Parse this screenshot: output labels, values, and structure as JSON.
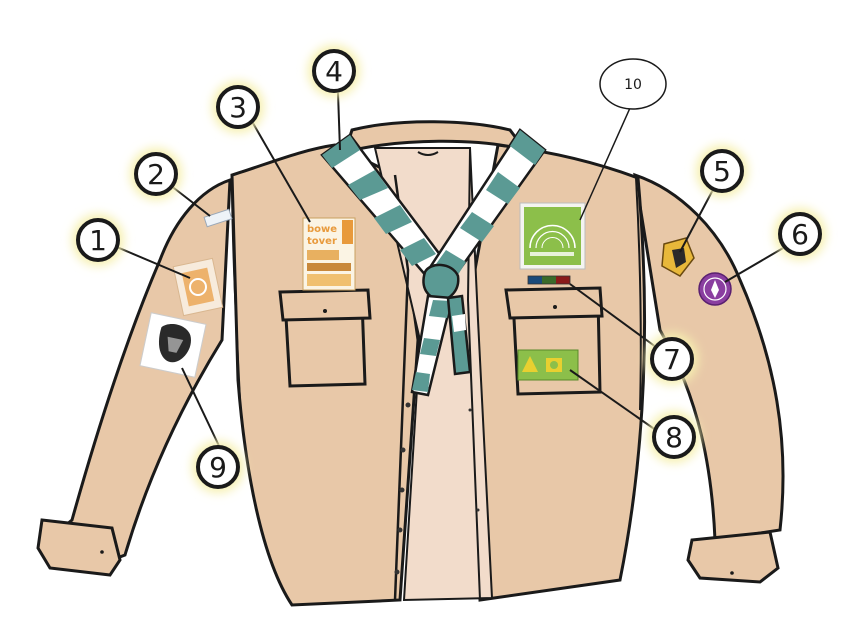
{
  "colors": {
    "shirt": "#e8c8a8",
    "shirt_inner": "#f2dccb",
    "outline": "#1a1a1a",
    "scarf_teal": "#5b9a94",
    "scarf_white": "#ffffff",
    "marker_glow": "#f6f0b0",
    "badge_green": "#8cbf4a",
    "badge_orange": "#e89a3c",
    "badge_purple": "#8a3ea0"
  },
  "markers": [
    {
      "label": "1",
      "target": "sleeve-badge"
    },
    {
      "label": "2",
      "target": "sleeve-seam-patch"
    },
    {
      "label": "3",
      "target": "totem-badge"
    },
    {
      "label": "4",
      "target": "scarf"
    },
    {
      "label": "5",
      "target": "region-shield-badge"
    },
    {
      "label": "6",
      "target": "world-badge"
    },
    {
      "label": "7",
      "target": "ribbon-bar"
    },
    {
      "label": "8",
      "target": "pocket-badge"
    },
    {
      "label": "9",
      "target": "lion-badge"
    },
    {
      "label": "10",
      "target": "anniversary-badge"
    }
  ],
  "badges": {
    "totem": {
      "line1": "bowe",
      "line2": "tover"
    }
  }
}
